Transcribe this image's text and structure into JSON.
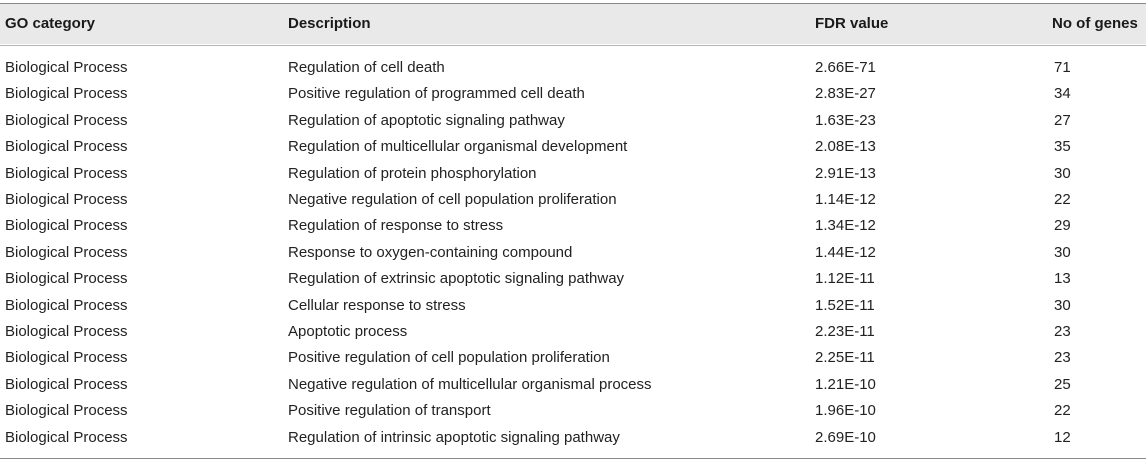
{
  "table": {
    "headers": {
      "category": "GO category",
      "description": "Description",
      "fdr": "FDR value",
      "genes": "No of genes"
    },
    "rows": [
      {
        "category": "Biological Process",
        "description": "Regulation of cell death",
        "fdr": "2.66E-71",
        "genes": "71"
      },
      {
        "category": "Biological Process",
        "description": "Positive regulation of programmed cell death",
        "fdr": "2.83E-27",
        "genes": "34"
      },
      {
        "category": "Biological Process",
        "description": "Regulation of apoptotic signaling pathway",
        "fdr": "1.63E-23",
        "genes": "27"
      },
      {
        "category": "Biological Process",
        "description": "Regulation of multicellular organismal development",
        "fdr": "2.08E-13",
        "genes": "35"
      },
      {
        "category": "Biological Process",
        "description": "Regulation of protein phosphorylation",
        "fdr": "2.91E-13",
        "genes": "30"
      },
      {
        "category": "Biological Process",
        "description": "Negative regulation of cell population proliferation",
        "fdr": "1.14E-12",
        "genes": "22"
      },
      {
        "category": "Biological Process",
        "description": "Regulation of response to stress",
        "fdr": "1.34E-12",
        "genes": "29"
      },
      {
        "category": "Biological Process",
        "description": "Response to oxygen-containing compound",
        "fdr": "1.44E-12",
        "genes": "30"
      },
      {
        "category": "Biological Process",
        "description": "Regulation of extrinsic apoptotic signaling pathway",
        "fdr": "1.12E-11",
        "genes": "13"
      },
      {
        "category": "Biological Process",
        "description": "Cellular response to stress",
        "fdr": "1.52E-11",
        "genes": "30"
      },
      {
        "category": "Biological Process",
        "description": "Apoptotic process",
        "fdr": "2.23E-11",
        "genes": "23"
      },
      {
        "category": "Biological Process",
        "description": "Positive regulation of cell population proliferation",
        "fdr": "2.25E-11",
        "genes": "23"
      },
      {
        "category": "Biological Process",
        "description": "Negative regulation of multicellular organismal process",
        "fdr": "1.21E-10",
        "genes": "25"
      },
      {
        "category": "Biological Process",
        "description": "Positive regulation of transport",
        "fdr": "1.96E-10",
        "genes": "22"
      },
      {
        "category": "Biological Process",
        "description": "Regulation of intrinsic apoptotic signaling pathway",
        "fdr": "2.69E-10",
        "genes": "12"
      }
    ]
  }
}
